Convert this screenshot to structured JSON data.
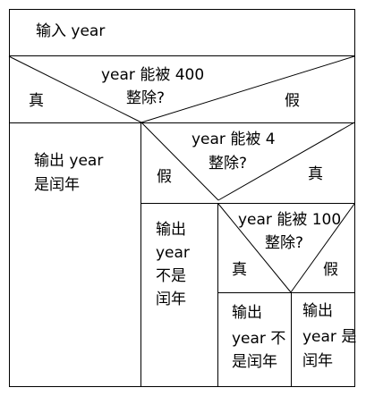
{
  "diagram": {
    "input": {
      "label": "输入  year"
    },
    "cond1": {
      "line1": "year 能被 400",
      "line2": "整除?",
      "true_label": "真",
      "false_label": "假"
    },
    "out1": {
      "line1": "输出 year",
      "line2": "是闰年"
    },
    "cond2": {
      "line1": "year 能被 4",
      "line2": "整除?",
      "false_label": "假",
      "true_label": "真"
    },
    "out2": {
      "line1": "输出",
      "line2": "year",
      "line3": "不是",
      "line4": "闰年"
    },
    "cond3": {
      "line1": "year 能被 100",
      "line2": "整除?",
      "true_label": "真",
      "false_label": "假"
    },
    "out3": {
      "line1": "输出",
      "line2": "year 不",
      "line3": "是闰年"
    },
    "out4": {
      "line1": "输出",
      "line2": "year 是",
      "line3": "闰年"
    }
  }
}
